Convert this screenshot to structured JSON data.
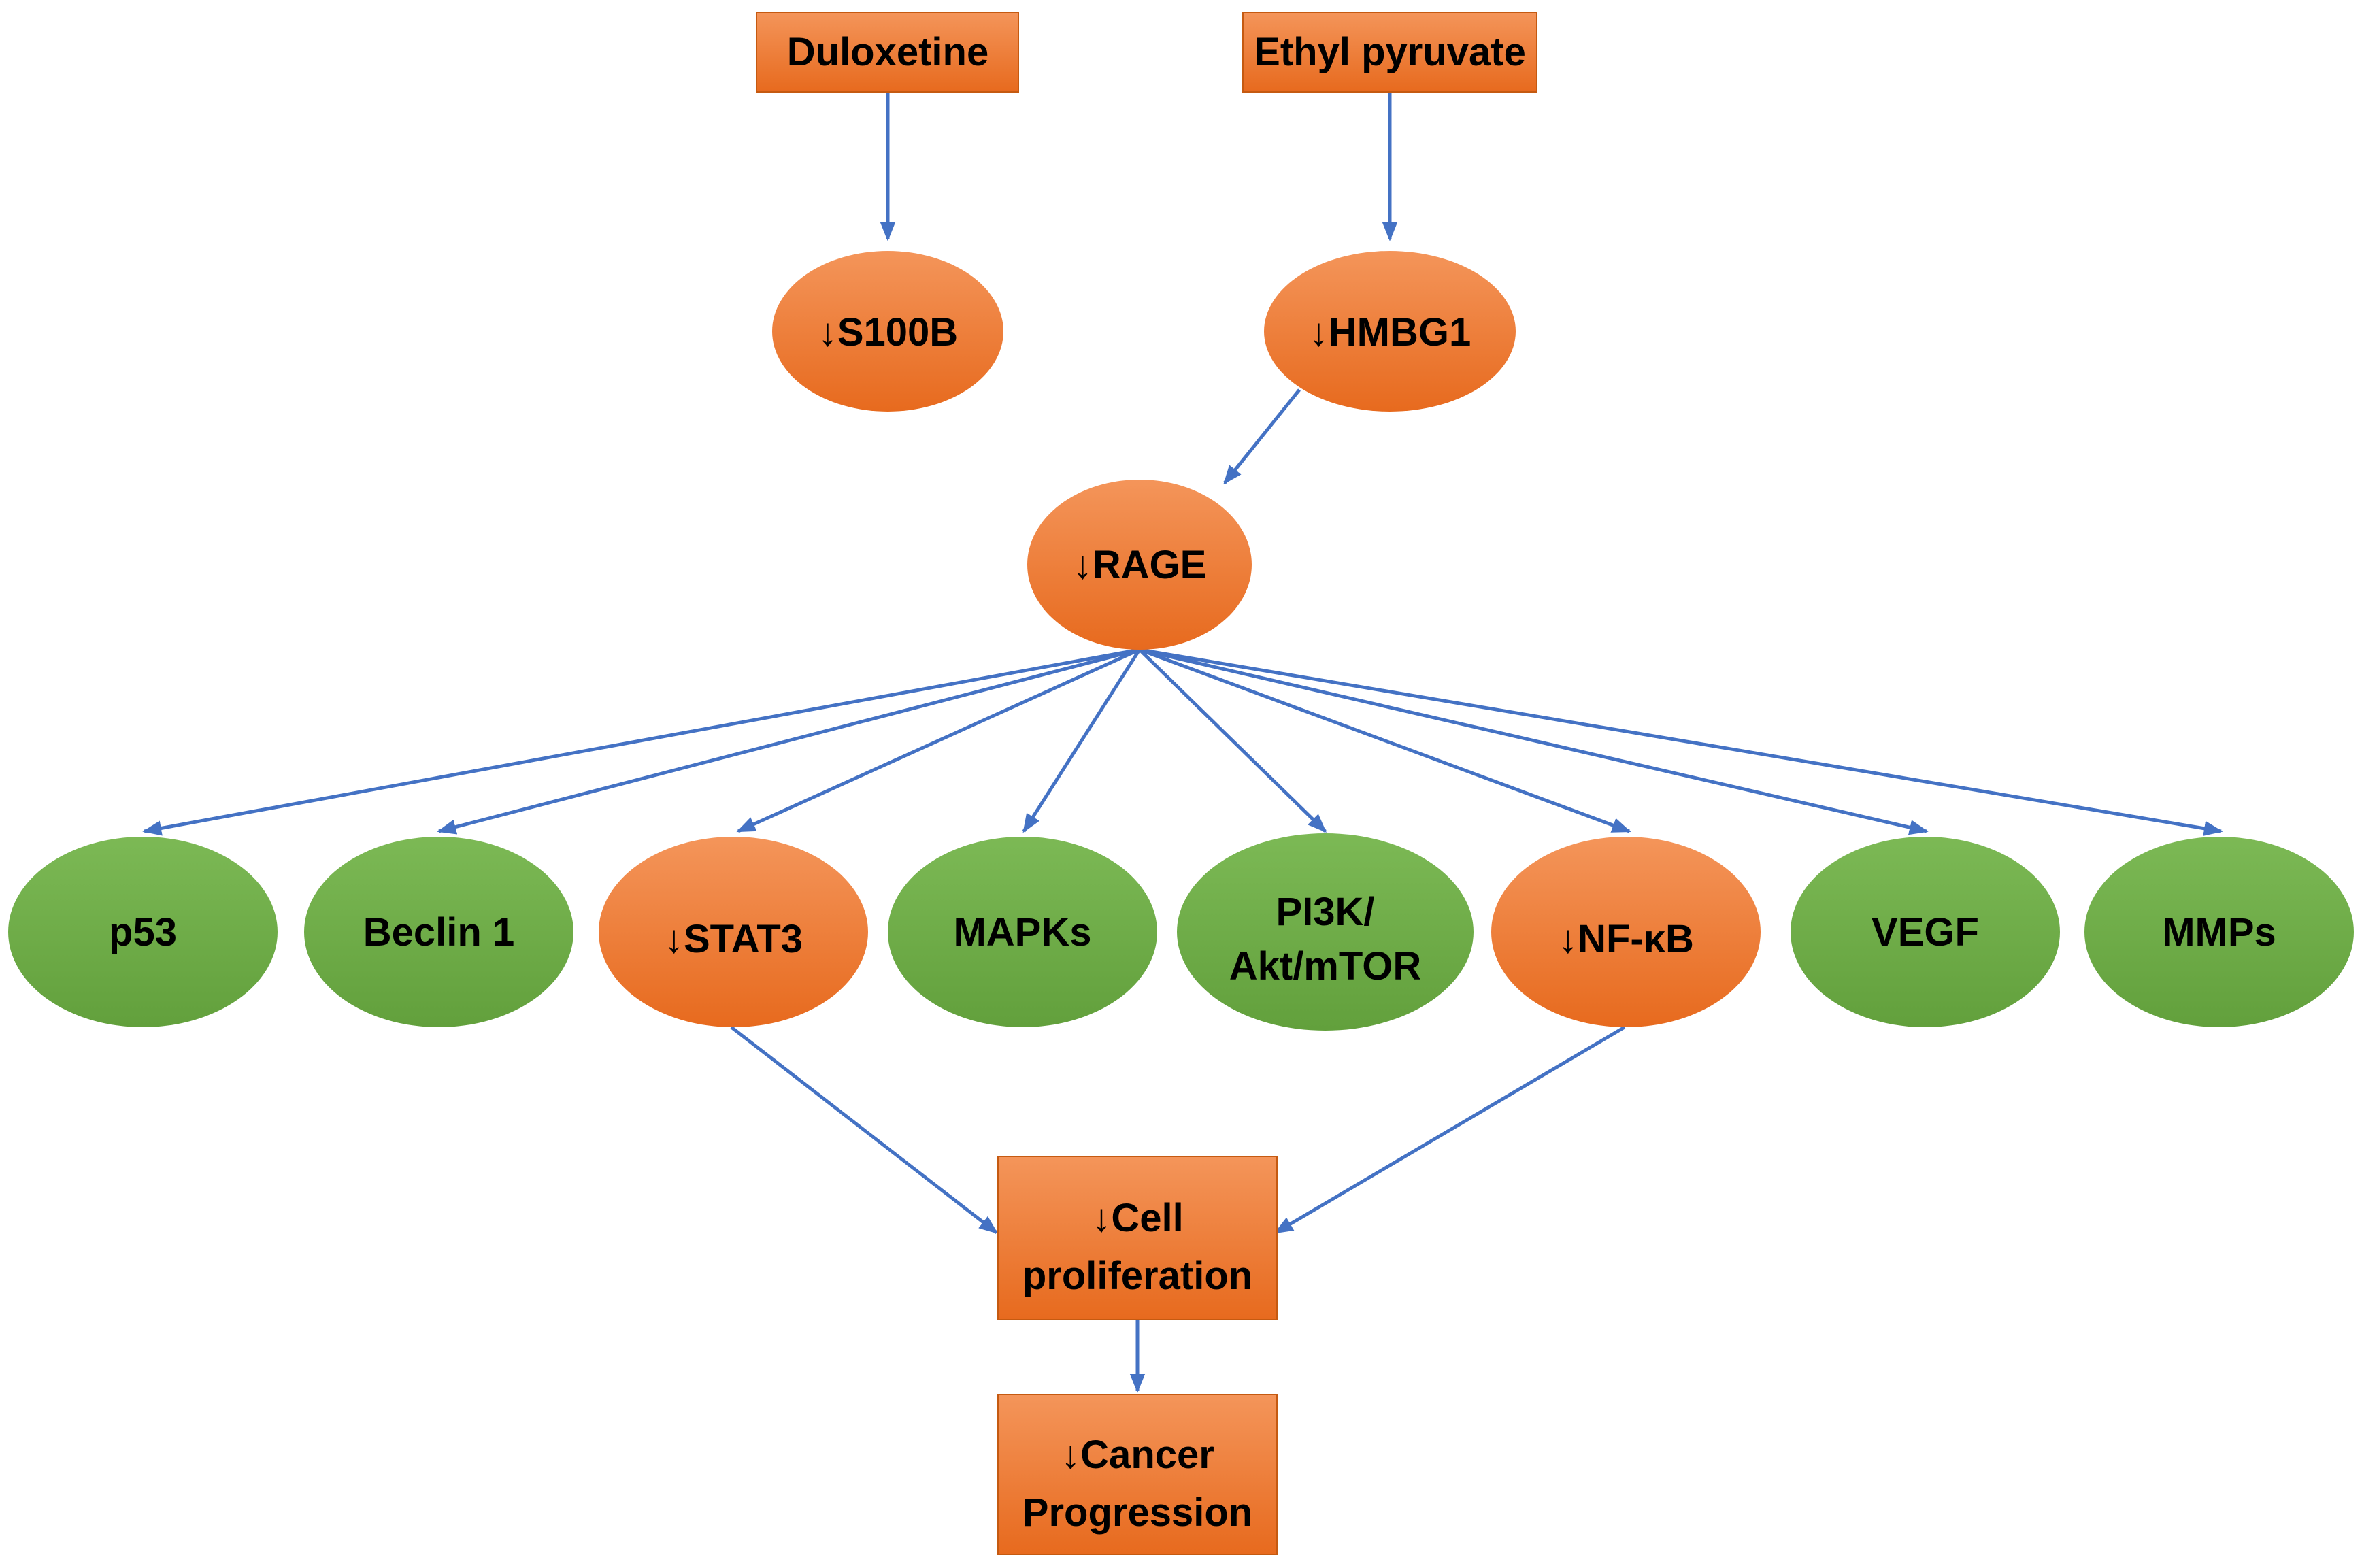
{
  "colors": {
    "orange_fill": "#ED7D31",
    "orange_dark": "#E0691B",
    "green_fill": "#70AD47",
    "arrow": "#4472C4",
    "text": "#000000"
  },
  "nodes": {
    "duloxetine": "Duloxetine",
    "ethyl_pyruvate": "Ethyl pyruvate",
    "s100b": "↓S100B",
    "hmbg1": "↓HMBG1",
    "rage": "↓RAGE",
    "p53": "p53",
    "beclin1": "Beclin 1",
    "stat3": "↓STAT3",
    "mapks": "MAPKs",
    "pi3k_line1": "PI3K/",
    "pi3k_line2": "Akt/mTOR",
    "nfkb": "↓NF-κB",
    "vegf": "VEGF",
    "mmps": "MMPs",
    "cell_prolif_line1": "↓Cell",
    "cell_prolif_line2": "proliferation",
    "cancer_line1": "↓Cancer",
    "cancer_line2": "Progression"
  }
}
